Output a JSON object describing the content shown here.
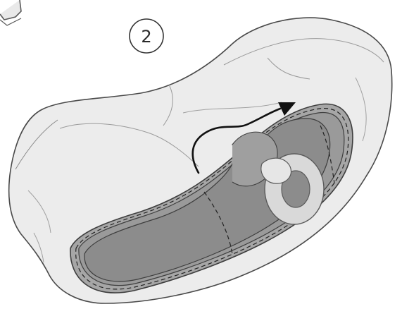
{
  "step": {
    "number": "2"
  },
  "colors": {
    "outline": "#4a4a4a",
    "sleeve_fill": "#ececec",
    "sleeve_shade": "#e2e2e2",
    "rim_band": "#a6a6a6",
    "inner_dark": "#8c8c8c",
    "inner_mid": "#9f9f9f",
    "ring_light": "#d9d9d9",
    "stitch": "#222222"
  },
  "icons": {
    "step_badge": "circled-number",
    "motion_arrow": "curved-arrow-right"
  }
}
